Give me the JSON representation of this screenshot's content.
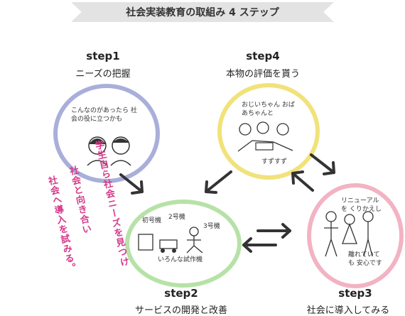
{
  "header": {
    "title": "社会実装教育の取組み 4 ステップ"
  },
  "steps": [
    {
      "label": "step1",
      "title": "ニーズの把握",
      "note": "こんなのがあったら 社会の役に立つかも",
      "color": "#a9afd9"
    },
    {
      "label": "step2",
      "title": "サービスの開発と改善",
      "note": "いろんな試作機",
      "tags": [
        "初号機",
        "2号機",
        "3号機"
      ],
      "color": "#b6e2a8"
    },
    {
      "label": "step3",
      "title": "社会に導入してみる",
      "note": "リニューアルを くりかえし",
      "note2": "離れていても 安心です",
      "color": "#f2b3c3"
    },
    {
      "label": "step4",
      "title": "本物の評価を貰う",
      "note": "おじいちゃん おばあちゃんと",
      "note2": "すずすず",
      "color": "#f1e27a"
    }
  ],
  "side_text": [
    "学生自ら社会ニーズを見つけ",
    "社会と向き合い",
    "社会へ導入を試みる。"
  ]
}
